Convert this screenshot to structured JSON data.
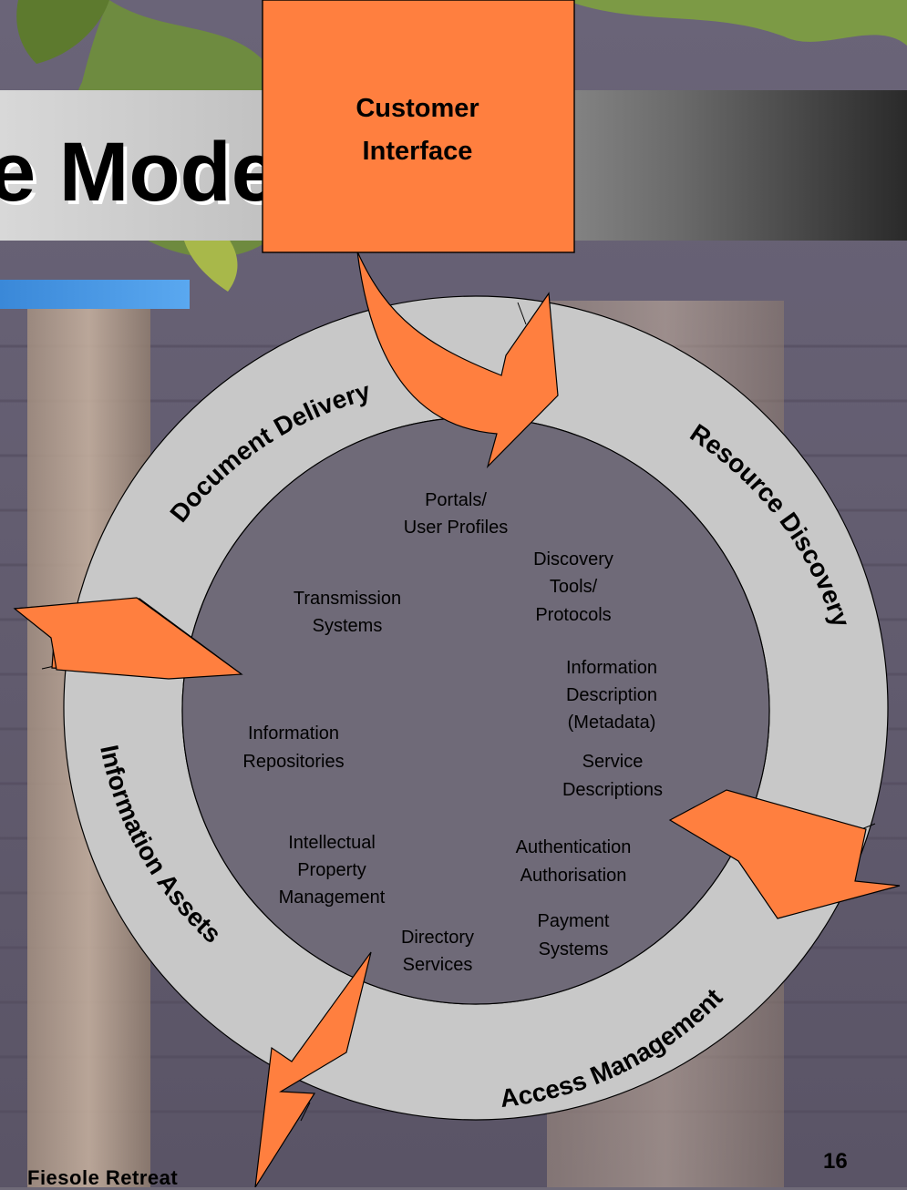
{
  "slide": {
    "title": "e Model",
    "customer_interface": [
      "Customer",
      "Interface"
    ],
    "footer_left": "Fiesole Retreat",
    "page_number": "16"
  },
  "ring_labels": {
    "document_delivery": "Document Delivery",
    "resource_discovery": "Resource Discovery",
    "access_management": "Access Management",
    "information_assets": "Information Assets"
  },
  "inner_items": {
    "portals": [
      "Portals/",
      "User Profiles"
    ],
    "discovery_tools": [
      "Discovery",
      "Tools/",
      "Protocols"
    ],
    "transmission_systems": [
      "Transmission",
      "Systems"
    ],
    "information_description": [
      "Information",
      "Description",
      "(Metadata)"
    ],
    "information_repositories": [
      "Information",
      "Repositories"
    ],
    "service_descriptions": [
      "Service",
      "Descriptions"
    ],
    "intellectual_property": [
      "Intellectual",
      "Property",
      "Management"
    ],
    "authentication": [
      "Authentication",
      "Authorisation"
    ],
    "payment_systems": [
      "Payment",
      "Systems"
    ],
    "directory_services": [
      "Directory",
      "Services"
    ]
  },
  "colors": {
    "orange": "#ff7f3f",
    "ring_gray": "#c8c8c8",
    "title_bar": "#c4c4c4"
  }
}
